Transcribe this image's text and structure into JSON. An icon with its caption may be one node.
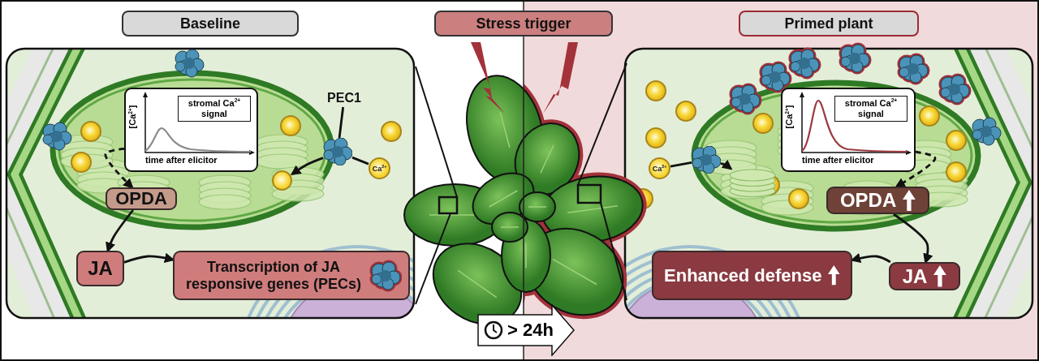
{
  "diagram": {
    "nodes": [
      {
        "text": [
          "Baseline"
        ]
      },
      {
        "text": [
          "Stress trigger"
        ]
      },
      {
        "text": [
          "Primed plant"
        ]
      },
      {
        "text": [
          "stromal Ca$^{2+}$ signal",
          "[Ca$^{2+}$]",
          "time after elicitor"
        ]
      },
      {
        "text": [
          "OPDA"
        ]
      },
      {
        "text": [
          "JA"
        ]
      },
      {
        "text": [
          "Transcription of JA responsive genes (PECs)"
        ]
      },
      {
        "text": [
          "PEC1"
        ]
      },
      {
        "text": [],
        "shape": "picture"
      },
      {
        "text": [
          "Ca$^{2+}$"
        ]
      },
      {
        "text": [
          "stromal Ca$^{2+}$ signal",
          "[Ca$^{2+}$]",
          "time after elicitor"
        ]
      },
      {
        "text": [
          "OPDA"
        ]
      },
      {
        "text": [
          "JA"
        ]
      },
      {
        "text": [
          "Enhanced defense"
        ]
      },
      {
        "text": [
          "Ca$^{2+}$"
        ]
      },
      {
        "text": [
          "> 24h"
        ]
      },
      {
        "text": [],
        "shape": "circle"
      },
      {
        "text": [],
        "shape": "picture"
      },
      {
        "text": [],
        "shape": "cylinder"
      }
    ],
    "edges": [
      {
        "from": 3,
        "to": 4,
        "arrow": "to",
        "style": "dashed"
      },
      {
        "from": 4,
        "to": 5,
        "arrow": "to"
      },
      {
        "from": 5,
        "to": 6,
        "arrow": "to"
      },
      {
        "from": 7,
        "to": 8,
        "arrow": "none"
      },
      {
        "from": 9,
        "to": 8,
        "arrow": "none"
      },
      {
        "from": 10,
        "to": 11,
        "arrow": "to",
        "style": "dashed"
      },
      {
        "from": 11,
        "to": 12,
        "arrow": "to"
      },
      {
        "from": 12,
        "to": 13,
        "arrow": "to"
      },
      {
        "from": 14,
        "to": 17,
        "arrow": "none"
      },
      {
        "from": 8,
        "to": 16,
        "arrow": "to"
      },
      {
        "from": 17,
        "to": 18,
        "arrow": "to"
      }
    ]
  }
}
